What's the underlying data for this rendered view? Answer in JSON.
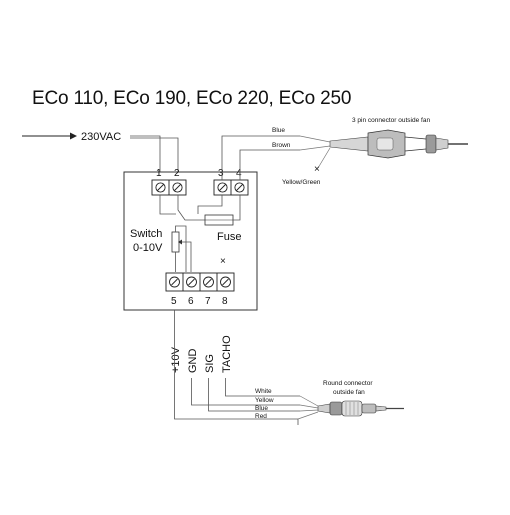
{
  "title": "ECo 110, ECo 190, ECo 220, ECo 250",
  "input_label": "230VAC",
  "terminals_top": [
    "1",
    "2",
    "3",
    "4"
  ],
  "terminals_bottom": [
    "5",
    "6",
    "7",
    "8"
  ],
  "switch_label": "Switch",
  "switch_range": "0-10V",
  "fuse_label": "Fuse",
  "signals": [
    "+10V",
    "GND",
    "SIG",
    "TACHO"
  ],
  "connector_3pin": {
    "title": "3 pin connector outside fan",
    "wires": [
      "Blue",
      "Brown"
    ],
    "earth": "Yellow/Green"
  },
  "connector_round": {
    "title_line1": "Round connector",
    "title_line2": "outside fan",
    "wires": [
      "White",
      "Yellow",
      "Blue",
      "Red"
    ]
  }
}
